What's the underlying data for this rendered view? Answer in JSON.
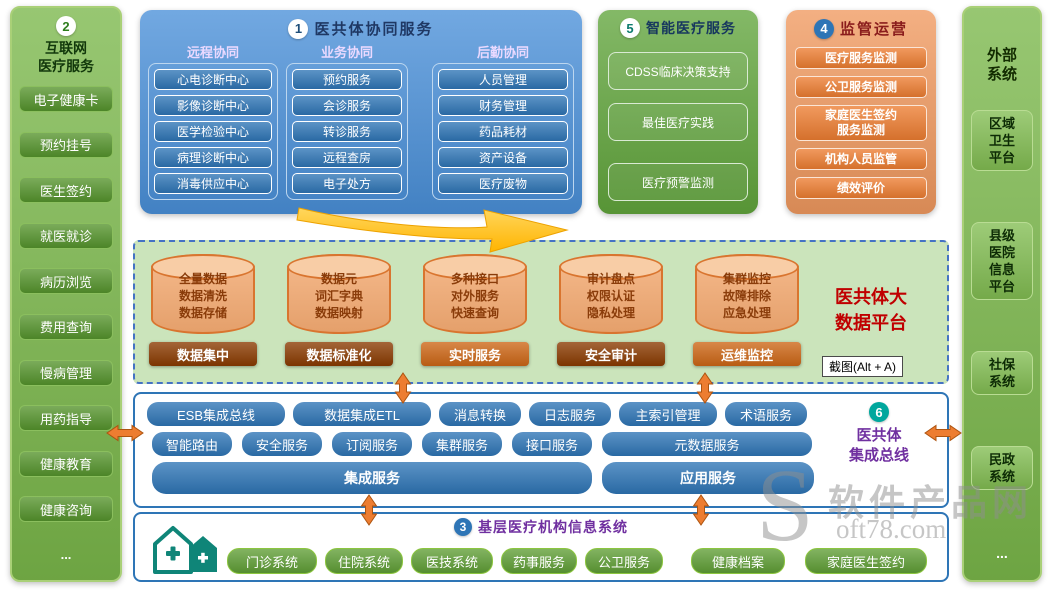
{
  "colors": {
    "panel_green": "#7ab74a",
    "item_green": "#55942c",
    "button_green": "#5f9e35",
    "panel_blue": "#4a90d9",
    "item_blue": "#2e75b6",
    "smart_green": "#61a53c",
    "panel_orange": "#f0995f",
    "item_orange": "#ed7d31",
    "platform_green": "#cbe4bb",
    "cylinder_orange": "#f3aa72",
    "bar_dark_red": "#8a3a00",
    "bar_orange": "#cd6615",
    "arrow_orange": "#ed7d31",
    "arrow_yellow": "#ffc000",
    "title_purple": "#7030a0",
    "title_red": "#c00000",
    "badge_teal": "#00a79d"
  },
  "left_sidebar": {
    "badge": "2",
    "title_lines": [
      "互联网",
      "医疗服务"
    ],
    "items": [
      "电子健康卡",
      "预约挂号",
      "医生签约",
      "就医就诊",
      "病历浏览",
      "费用查询",
      "慢病管理",
      "用药指导",
      "健康教育",
      "健康咨询",
      "..."
    ]
  },
  "collab": {
    "badge": "1",
    "title": "医共体协同服务",
    "columns": [
      {
        "header": "远程协同",
        "items": [
          "心电诊断中心",
          "影像诊断中心",
          "医学检验中心",
          "病理诊断中心",
          "消毒供应中心"
        ]
      },
      {
        "header": "业务协同",
        "items": [
          "预约服务",
          "会诊服务",
          "转诊服务",
          "远程查房",
          "电子处方"
        ]
      },
      {
        "header": "后勤协同",
        "items": [
          "人员管理",
          "财务管理",
          "药品耗材",
          "资产设备",
          "医疗废物"
        ]
      }
    ]
  },
  "smart": {
    "badge": "5",
    "title": "智能医疗服务",
    "items": [
      "CDSS临床决策支持",
      "最佳医疗实践",
      "医疗预警监测"
    ]
  },
  "supervision": {
    "badge": "4",
    "title": "监管运营",
    "items_lines": [
      [
        "医疗服务监测"
      ],
      [
        "公卫服务监测"
      ],
      [
        "家庭医生签约",
        "服务监测"
      ],
      [
        "机构人员监管"
      ],
      [
        "绩效评价"
      ]
    ]
  },
  "external": {
    "title_lines": [
      "外部",
      "系统"
    ],
    "items_lines": [
      [
        "区域",
        "卫生",
        "平台"
      ],
      [
        "县级",
        "医院",
        "信息",
        "平台"
      ],
      [
        "社保",
        "系统"
      ],
      [
        "民政",
        "系统"
      ]
    ],
    "more": "..."
  },
  "platform": {
    "title_lines": [
      "医共体大",
      "数据平台"
    ],
    "groups": [
      {
        "cylinder_lines": [
          "全量数据",
          "数据清洗",
          "数据存储"
        ],
        "label": "数据集中"
      },
      {
        "cylinder_lines": [
          "数据元",
          "词汇字典",
          "数据映射"
        ],
        "label": "数据标准化"
      },
      {
        "cylinder_lines": [
          "多种接口",
          "对外服务",
          "快速查询"
        ],
        "label": "实时服务"
      },
      {
        "cylinder_lines": [
          "审计盘点",
          "权限认证",
          "隐私处理"
        ],
        "label": "安全审计"
      },
      {
        "cylinder_lines": [
          "集群监控",
          "故障排除",
          "应急处理"
        ],
        "label": "运维监控"
      }
    ]
  },
  "tooltip": "截图(Alt + A)",
  "bus": {
    "badge": "6",
    "title_lines": [
      "医共体",
      "集成总线"
    ],
    "row1": [
      "ESB集成总线",
      "数据集成ETL",
      "消息转换",
      "日志服务",
      "主索引管理",
      "术语服务"
    ],
    "row2": [
      "智能路由",
      "安全服务",
      "订阅服务",
      "集群服务",
      "接口服务",
      "元数据服务"
    ],
    "row3": [
      "集成服务",
      "应用服务"
    ]
  },
  "grassroots": {
    "badge": "3",
    "title": "基层医疗机构信息系统",
    "items": [
      "门诊系统",
      "住院系统",
      "医技系统",
      "药事服务",
      "公卫服务",
      "健康档案",
      "家庭医生签约"
    ]
  },
  "watermark": {
    "letter": "S",
    "line1": "软件产品网",
    "line2": "oft78.com"
  }
}
